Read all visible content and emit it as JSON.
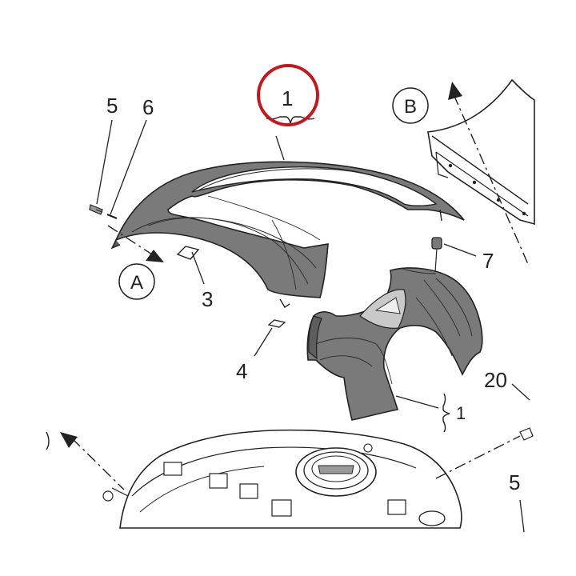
{
  "diagram": {
    "callouts": {
      "c1_top": "1",
      "c1_side": "1",
      "c3": "3",
      "c4": "4",
      "c5_left": "5",
      "c5_right": "5",
      "c6": "6",
      "c7": "7",
      "c20": "20"
    },
    "refs": {
      "a": "A",
      "b": "B"
    },
    "colors": {
      "panel": "#7a7a7a",
      "panel_dark": "#5e5e5e",
      "line": "#222222",
      "highlight": "#c4161c"
    }
  }
}
